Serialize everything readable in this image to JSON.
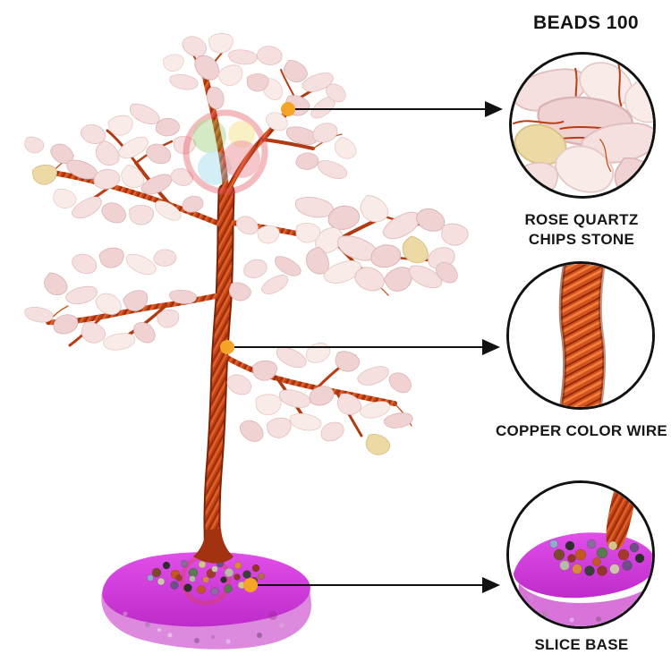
{
  "header": {
    "title": "BEADS 100"
  },
  "callouts": [
    {
      "name": "rose-quartz-chips-stone",
      "lines": [
        "ROSE QUARTZ",
        "CHIPS STONE"
      ]
    },
    {
      "name": "copper-color-wire",
      "lines": [
        "COPPER COLOR WIRE"
      ]
    },
    {
      "name": "slice-base",
      "lines": [
        "SLICE BASE"
      ]
    }
  ],
  "colors": {
    "copper_wire": "#c0431a",
    "copper_dark": "#8a2406",
    "copper_light": "#f07a3c",
    "rose_quartz": "#f4dcdb",
    "citrine_chip": "#ecd9a4",
    "base_magenta": "#cf35da",
    "base_rough": "#dd8ade",
    "arrow": "#111111",
    "pointer_dot": "#f4a427",
    "text": "#171717",
    "circle_border": "#121212"
  }
}
